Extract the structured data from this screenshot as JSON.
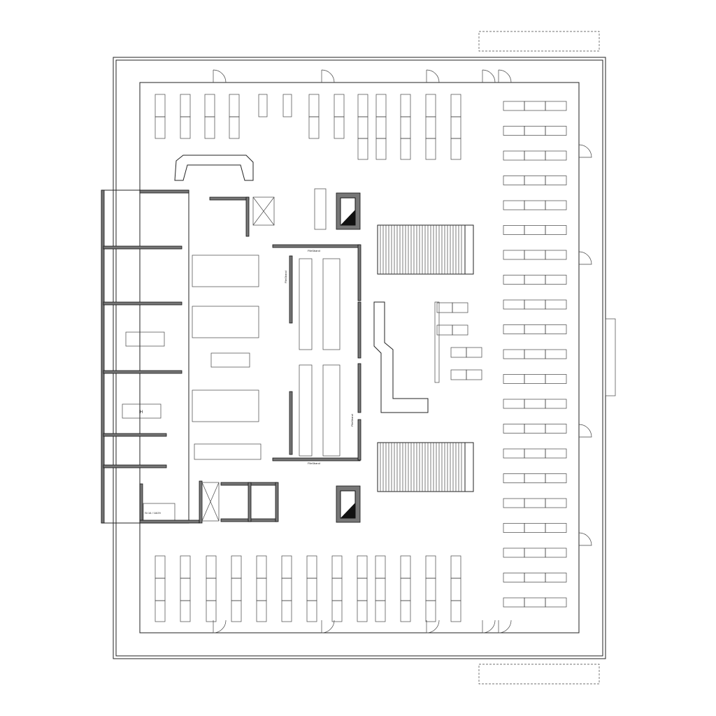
{
  "plan": {
    "conveyor_label": "Fließband",
    "room_marker": "H",
    "stair_note": "St 16 / 18/29"
  }
}
